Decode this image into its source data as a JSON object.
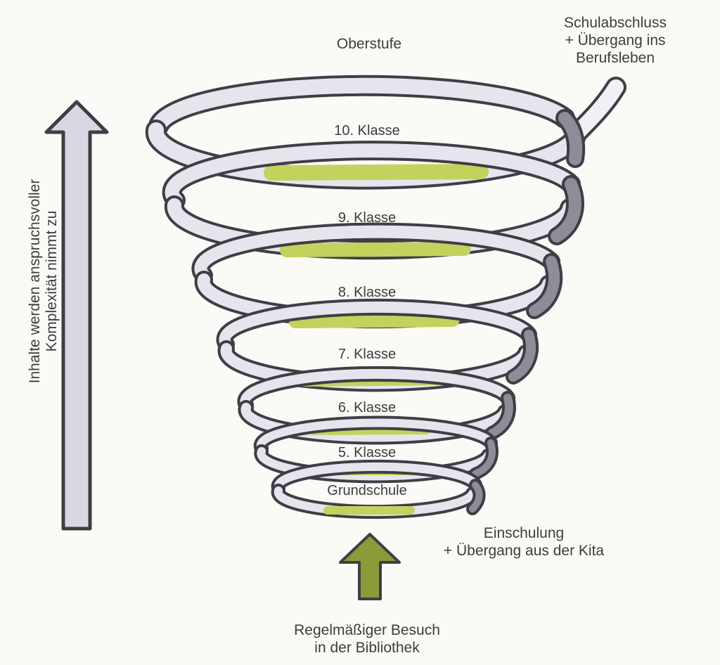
{
  "title_top": "Oberstufe",
  "end_note": [
    "Schulabschluss",
    "+ Übergang ins",
    "Berufsleben"
  ],
  "levels": [
    "10. Klasse",
    "9. Klasse",
    "8. Klasse",
    "7. Klasse",
    "6. Klasse",
    "5. Klasse",
    "Grundschule"
  ],
  "start_note": [
    "Einschulung",
    "+ Übergang aus der Kita"
  ],
  "bottom_note": [
    "Regelmäßiger Besuch",
    "in der Bibliothek"
  ],
  "side_arrow_text": [
    "Inhalte werden anspruchsvoller",
    "Komplexität nimmt zu"
  ],
  "colors": {
    "band": "#e6e5ee",
    "band_shadow": "#b9b8c2",
    "band_dark": "#8e8d97",
    "outline": "#3f3e45",
    "highlight": "#c3d25d",
    "up_arrow": "#d9d8e2",
    "entry_arrow": "#8d9a3a"
  }
}
